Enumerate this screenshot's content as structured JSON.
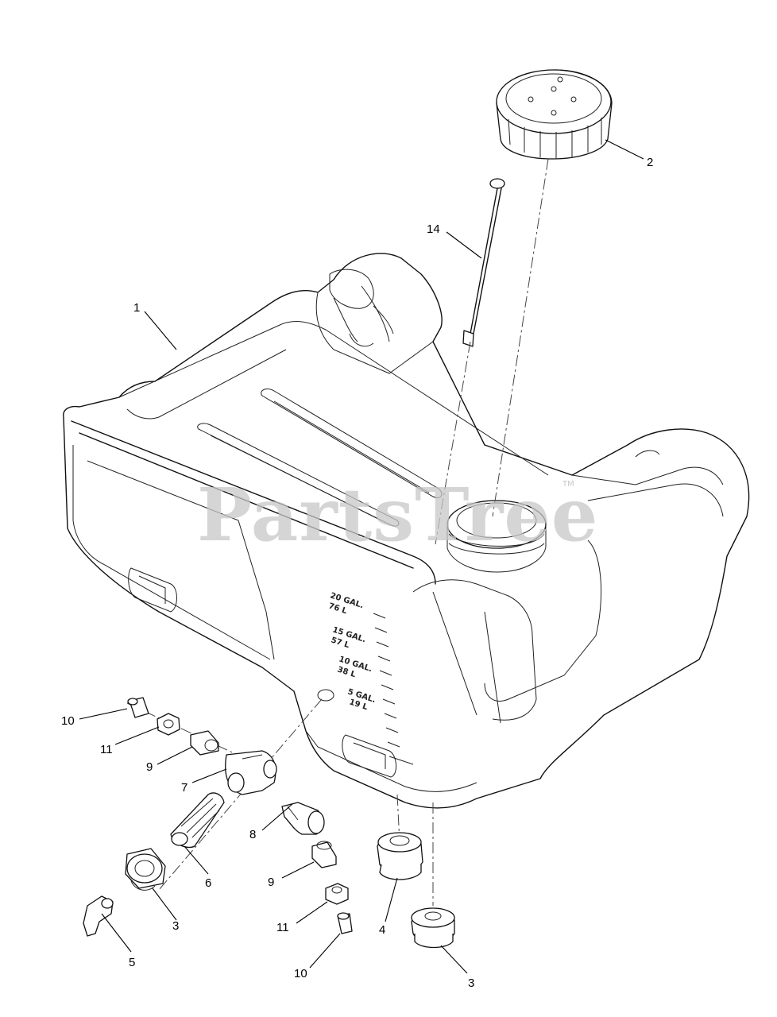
{
  "watermark": {
    "text": "PartsTree",
    "trademark": "TM"
  },
  "tank_scale": [
    {
      "gal": "20 GAL.",
      "liters": "76 L"
    },
    {
      "gal": "15 GAL.",
      "liters": "57 L"
    },
    {
      "gal": "10 GAL.",
      "liters": "38 L"
    },
    {
      "gal": "5 GAL.",
      "liters": "19 L"
    }
  ],
  "callouts": [
    {
      "id": "c1",
      "label": "1"
    },
    {
      "id": "c2",
      "label": "2"
    },
    {
      "id": "c14",
      "label": "14"
    },
    {
      "id": "c10a",
      "label": "10"
    },
    {
      "id": "c11a",
      "label": "11"
    },
    {
      "id": "c9a",
      "label": "9"
    },
    {
      "id": "c7",
      "label": "7"
    },
    {
      "id": "c8",
      "label": "8"
    },
    {
      "id": "c6",
      "label": "6"
    },
    {
      "id": "c3a",
      "label": "3"
    },
    {
      "id": "c5",
      "label": "5"
    },
    {
      "id": "c9b",
      "label": "9"
    },
    {
      "id": "c11b",
      "label": "11"
    },
    {
      "id": "c10b",
      "label": "10"
    },
    {
      "id": "c4",
      "label": "4"
    },
    {
      "id": "c3b",
      "label": "3"
    }
  ]
}
